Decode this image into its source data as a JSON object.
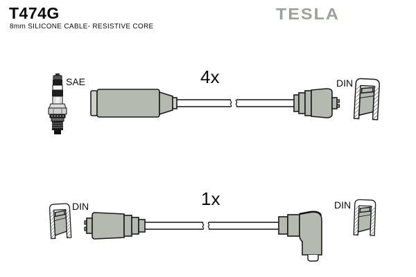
{
  "header": {
    "part_number": "T474G",
    "subtitle": "8mm SILICONE CABLE- RESISTIVE CORE",
    "brand_logo": "TESLA"
  },
  "colors": {
    "connector_fill": "#b4bab0",
    "connector_cap": "#cdd1c8",
    "outline": "#1a1a1a",
    "brand_gray": "#9ba29c",
    "background": "#ffffff"
  },
  "assemblies": [
    {
      "quantity": "4x",
      "left_terminal": "SAE",
      "right_terminal": "DIN"
    },
    {
      "quantity": "1x",
      "left_terminal": "DIN",
      "right_terminal": "DIN"
    }
  ],
  "icons": [
    "spark-plug-icon",
    "plug-boot-icon",
    "cable-wire",
    "cable-break-icon",
    "din-connector-icon",
    "cutaway-boot-icon",
    "elbow-connector-icon"
  ]
}
